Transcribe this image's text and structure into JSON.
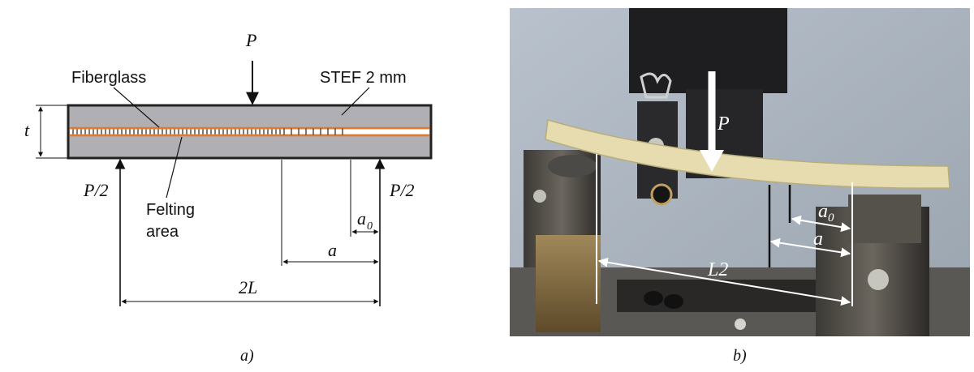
{
  "panel_a": {
    "labels": {
      "load": "P",
      "support_left": "P/2",
      "support_right": "P/2",
      "thickness": "t",
      "fiberglass": "Fiberglass",
      "stef": "STEF 2 mm",
      "felting_line1": "Felting",
      "felting_line2": "area",
      "a0": "a",
      "a0_sub": "0",
      "a": "a",
      "span": "2L"
    },
    "caption": "a)"
  },
  "panel_b": {
    "labels": {
      "load": "P",
      "a0": "a",
      "a0_sub": "0",
      "a": "a",
      "span": "L2"
    },
    "caption": "b)"
  },
  "colors": {
    "specimen_fill": "#b0b0b4",
    "specimen_border": "#222222",
    "fiberglass_line": "#e07a2e",
    "photo_bg": "#aab4bf",
    "bar_color": "#e6dcb0"
  }
}
